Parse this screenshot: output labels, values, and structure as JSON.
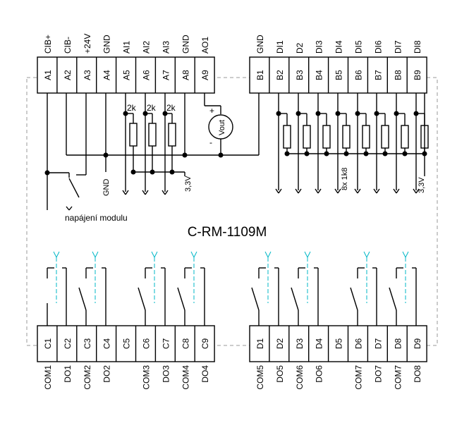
{
  "title": "C-RM-1109M",
  "power_label": "napájení modulu",
  "top_left_block": {
    "signals": [
      "CIB+",
      "CIB-",
      "+24V",
      "GND",
      "AI1",
      "AI2",
      "AI3",
      "GND",
      "AO1"
    ],
    "terminals": [
      "A1",
      "A2",
      "A3",
      "A4",
      "A5",
      "A6",
      "A7",
      "A8",
      "A9"
    ]
  },
  "top_right_block": {
    "signals": [
      "GND",
      "DI1",
      "D2",
      "DI3",
      "DI4",
      "DI5",
      "DI6",
      "DI7",
      "DI8"
    ],
    "terminals": [
      "B1",
      "B2",
      "B3",
      "B4",
      "B5",
      "B6",
      "B7",
      "B8",
      "B9"
    ]
  },
  "bottom_left_block": {
    "terminals": [
      "C1",
      "C2",
      "C3",
      "C4",
      "C5",
      "C6",
      "C7",
      "C8",
      "C9"
    ],
    "signals": [
      "COM1",
      "DO1",
      "COM2",
      "DO2",
      "",
      "COM3",
      "DO3",
      "COM4",
      "DO4"
    ]
  },
  "bottom_right_block": {
    "terminals": [
      "D1",
      "D2",
      "D3",
      "D4",
      "D5",
      "D6",
      "D7",
      "D8",
      "D9"
    ],
    "signals": [
      "COM5",
      "DO5",
      "COM6",
      "DO6",
      "",
      "COM7",
      "DO7",
      "COM7",
      "DO8"
    ]
  },
  "analog_resistor_labels": [
    "2k",
    "2k",
    "2k"
  ],
  "vout_label": "Vout",
  "vout_plus": "+",
  "vout_minus": "-",
  "gnd_label": "GND",
  "analog_ref_label": "3,3V",
  "digital_ref_label": "3,3V",
  "resistor_network_label": "8x 1k8"
}
